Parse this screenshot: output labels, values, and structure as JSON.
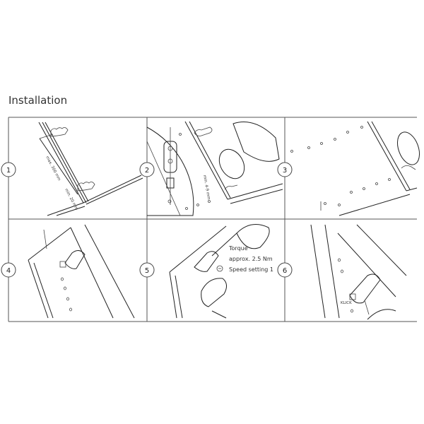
{
  "title": "Installation",
  "steps": [
    {
      "number": "1",
      "labels": {
        "dim_max": "max. 300 mm",
        "dim_min": "min. 20 mm"
      }
    },
    {
      "number": "2",
      "labels": {
        "dim": "min. 4-9 mm"
      }
    },
    {
      "number": "3"
    },
    {
      "number": "4"
    },
    {
      "number": "5",
      "labels": {
        "torque": "Torque",
        "torque_value": "approx. 2.5 Nm",
        "speed": "Speed setting 1"
      }
    },
    {
      "number": "6",
      "labels": {
        "click": "KLICK"
      }
    }
  ]
}
